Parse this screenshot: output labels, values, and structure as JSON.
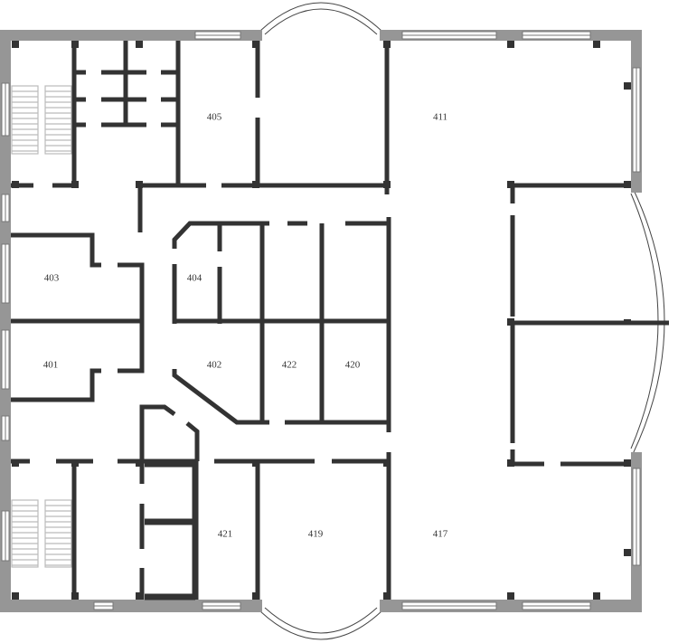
{
  "floor_plan": {
    "rooms": [
      {
        "id": "405",
        "label": "405"
      },
      {
        "id": "411",
        "label": "411"
      },
      {
        "id": "403",
        "label": "403"
      },
      {
        "id": "404",
        "label": "404"
      },
      {
        "id": "401",
        "label": "401"
      },
      {
        "id": "402",
        "label": "402"
      },
      {
        "id": "422",
        "label": "422"
      },
      {
        "id": "420",
        "label": "420"
      },
      {
        "id": "421",
        "label": "421"
      },
      {
        "id": "419",
        "label": "419"
      },
      {
        "id": "417",
        "label": "417"
      }
    ],
    "colors": {
      "exterior_wall": "#969696",
      "interior_wall": "#333333",
      "stairs": "#bbbbbb"
    }
  }
}
